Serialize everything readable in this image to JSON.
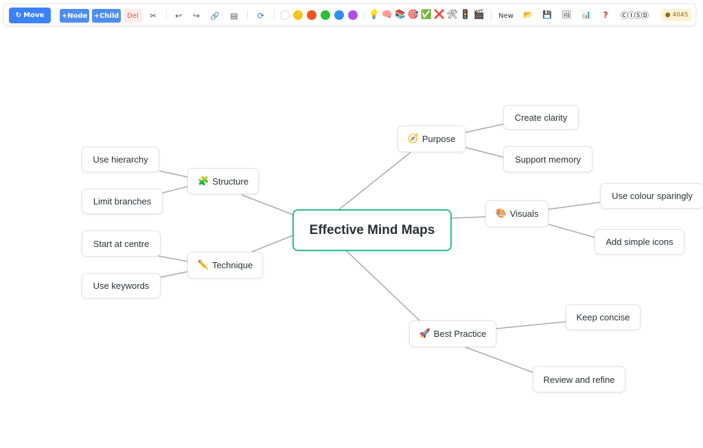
{
  "toolbar": {
    "move_label": "Move",
    "move_icon": "↻",
    "add_node_label": "+Node",
    "add_child_label": "+Child",
    "delete_label": "Del",
    "scissors_icon": "✂",
    "undo_icon": "↩",
    "redo_icon": "↪",
    "link_icon": "🔗",
    "note_icon": "▤",
    "refresh_icon": "⟳",
    "colors": [
      "#ffffff",
      "#f5c518",
      "#f0521e",
      "#2fbf3a",
      "#2f8ff0",
      "#b050e0"
    ],
    "emojis": [
      "💡",
      "🧠",
      "📚",
      "🎯",
      "✅",
      "❌",
      "🛠",
      "🚦",
      "🎬"
    ],
    "new_label": "New",
    "open_icon": "📂",
    "save_icon": "💾",
    "image_icon": "🖼",
    "chart_icon": "📊",
    "help_icon": "?",
    "license_text": "ⒸⒾⓈⒹ",
    "counter_text": "● 4045"
  },
  "map": {
    "root": "Effective Mind Maps",
    "nodes": {
      "purpose": {
        "icon": "🧭",
        "label": "Purpose"
      },
      "create_clarity": {
        "label": "Create clarity"
      },
      "support_memory": {
        "label": "Support memory"
      },
      "structure": {
        "icon": "🧩",
        "label": "Structure"
      },
      "use_hierarchy": {
        "label": "Use hierarchy"
      },
      "limit_branches": {
        "label": "Limit branches"
      },
      "technique": {
        "icon": "✏️",
        "label": "Technique"
      },
      "start_at_centre": {
        "label": "Start at centre"
      },
      "use_keywords": {
        "label": "Use keywords"
      },
      "visuals": {
        "icon": "🎨",
        "label": "Visuals"
      },
      "use_colour": {
        "label": "Use colour sparingly"
      },
      "add_icons": {
        "label": "Add simple icons"
      },
      "best_practice": {
        "icon": "🚀",
        "label": "Best Practice"
      },
      "keep_concise": {
        "label": "Keep concise"
      },
      "review_refine": {
        "label": "Review and refine"
      }
    }
  }
}
